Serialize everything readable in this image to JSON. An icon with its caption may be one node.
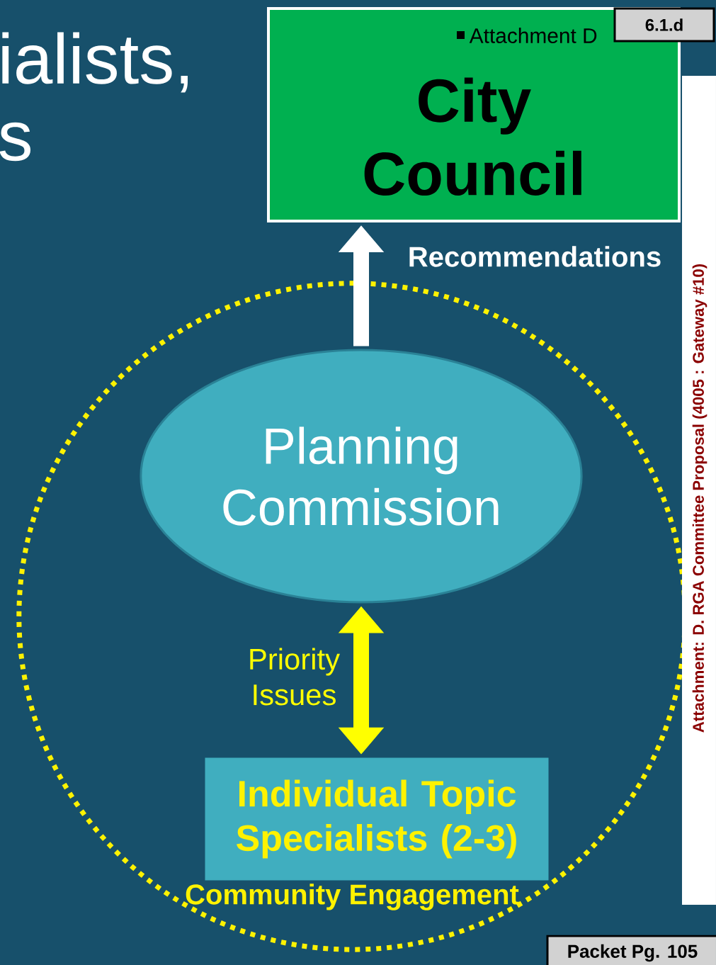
{
  "diagram": {
    "nodes": [
      {
        "text": [
          "City Council"
        ]
      },
      {
        "text": [
          "Community Engagement"
        ]
      },
      {
        "text": [
          "Planning Commission"
        ],
        "in": 1
      },
      {
        "text": [
          "Individual Topic Specialists (2-3)"
        ],
        "in": 1
      }
    ],
    "edges": [
      {
        "from": 2,
        "to": 0,
        "arrow": "to",
        "label": "Recommendations",
        "color": "#ffffff"
      },
      {
        "from": 2,
        "to": 3,
        "arrow": "both",
        "label": "Priority Issues",
        "color": "#ffff00"
      }
    ],
    "labels": [
      "ialists,",
      "s",
      "Attachment D",
      "6.1.d",
      "Attachment: D. RGA Committee Proposal  (4005 : Gateway #10)",
      "Packet Pg. 105"
    ]
  }
}
